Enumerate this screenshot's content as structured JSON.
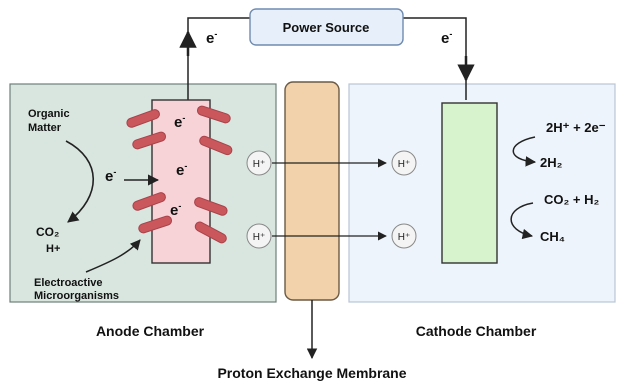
{
  "power_source": {
    "label": "Power Source"
  },
  "wire_labels": {
    "left": "e",
    "right": "e",
    "superscript": "-"
  },
  "anode": {
    "chamber_label": "Anode Chamber",
    "organic_matter_line1": "Organic",
    "organic_matter_line2": "Matter",
    "electron_label": "e",
    "co2_label": "CO₂",
    "h_plus_label": "H+",
    "microbes_line1": "Electroactive",
    "microbes_line2": "Microorganisms",
    "electrode_electron": "e",
    "electrode_electron_sup": "-"
  },
  "membrane": {
    "label": "Proton Exchange Membrane"
  },
  "ions": {
    "proton": "H⁺"
  },
  "cathode": {
    "chamber_label": "Cathode Chamber",
    "reaction1_reactants": "2H⁺ + 2e⁻",
    "reaction1_product": "2H₂",
    "reaction2_reactants": "CO₂ + H₂",
    "reaction2_product": "CH₄"
  },
  "colors": {
    "anode_bg": "#d9e6e0",
    "cathode_bg": "#eef4fb",
    "electrode_anode": "#f7d3d8",
    "electrode_cathode": "#d6f3cd",
    "microbe": "#c9575c",
    "membrane": "#f2d2aa",
    "power_box": "#e7f0fa"
  }
}
